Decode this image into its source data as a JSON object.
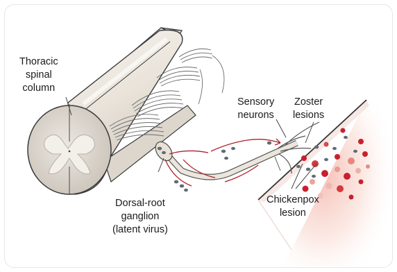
{
  "labels": {
    "thoracic": [
      "Thoracic",
      "spinal",
      "column"
    ],
    "sensory": [
      "Sensory",
      "neurons"
    ],
    "zoster": [
      "Zoster",
      "lesions"
    ],
    "dorsal": [
      "Dorsal-root",
      "ganglion",
      "(latent virus)"
    ],
    "chickenpox": [
      "Chickenpox",
      "lesion"
    ]
  },
  "colors": {
    "skin_lesion": "#c8202f",
    "virus_particle": "#5f6b76",
    "nerve_signal": "#b0202a",
    "tissue_glow": "#f6c8bc"
  }
}
